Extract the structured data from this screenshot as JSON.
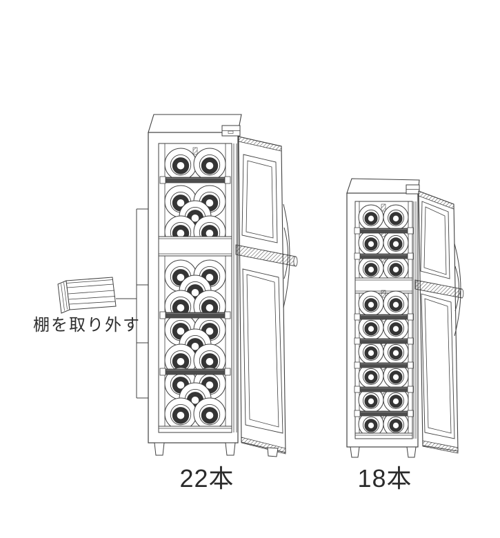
{
  "page": {
    "background": "#ffffff",
    "line_color": "#3f3f3f",
    "shelf_bar_color": "#4d4d4d"
  },
  "annotation": {
    "label": "棚を取り外す"
  },
  "units": [
    {
      "id": "unit-22",
      "capacity_label": "22本",
      "bottle_count": 22,
      "door": "open",
      "compartments": [
        {
          "rows": [
            "pair",
            "staggered5"
          ]
        },
        {
          "rows": [
            "staggered5",
            "staggered5",
            "staggered5"
          ]
        }
      ]
    },
    {
      "id": "unit-18",
      "capacity_label": "18本",
      "bottle_count": 18,
      "door": "open",
      "compartments": [
        {
          "rows": [
            "pair",
            "pair",
            "pair"
          ]
        },
        {
          "rows": [
            "pair",
            "pair",
            "pair",
            "pair",
            "pair",
            "pair"
          ]
        }
      ]
    }
  ]
}
